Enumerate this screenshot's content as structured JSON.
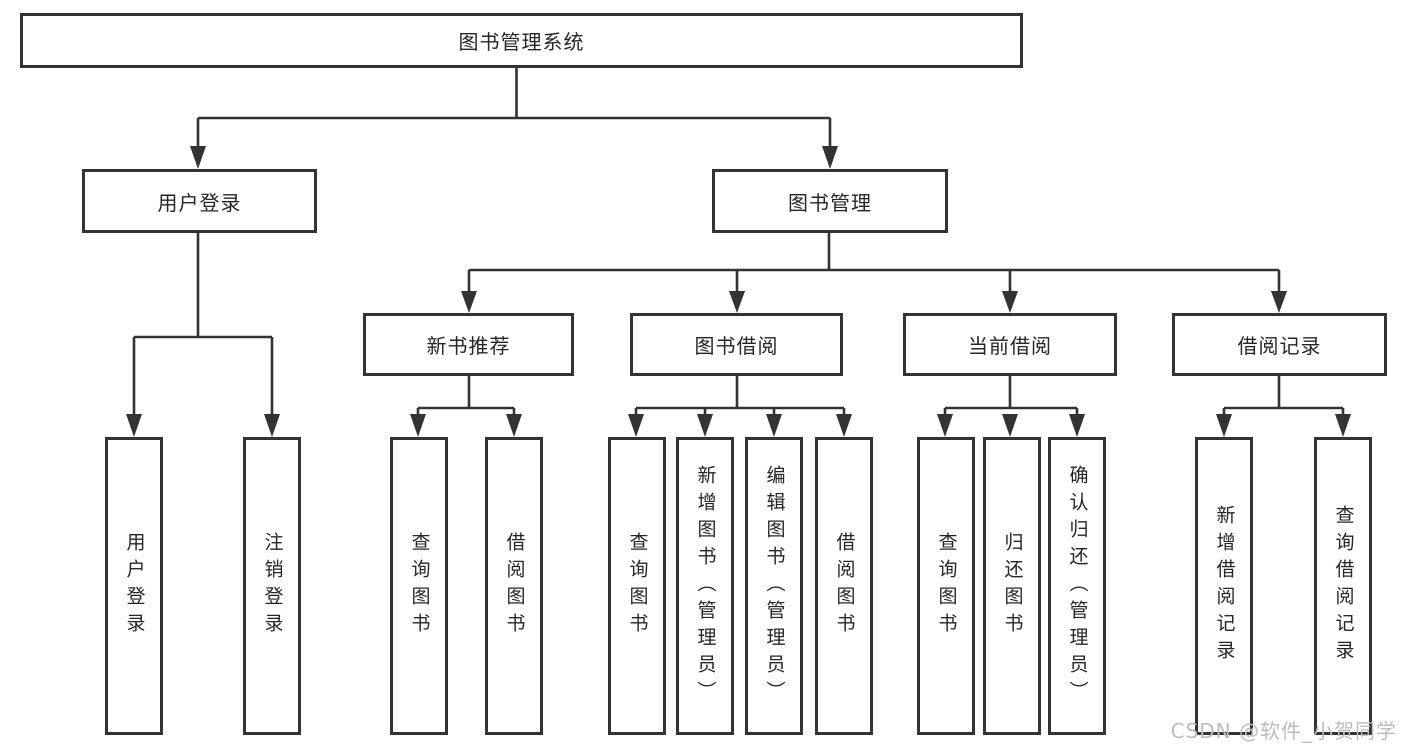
{
  "colors": {
    "line": "#333333",
    "box_border": "#333333",
    "text": "#262626",
    "watermark": "#bcbcbc",
    "background": "#ffffff"
  },
  "tree": {
    "root": {
      "label": "图书管理系统"
    },
    "branches": [
      {
        "label": "用户登录",
        "children": [
          {
            "label": "用户登录"
          },
          {
            "label": "注销登录"
          }
        ]
      },
      {
        "label": "图书管理",
        "children": [
          {
            "label": "新书推荐",
            "children": [
              {
                "label": "查询图书"
              },
              {
                "label": "借阅图书"
              }
            ]
          },
          {
            "label": "图书借阅",
            "children": [
              {
                "label": "查询图书"
              },
              {
                "label": "新增图书（管理员）"
              },
              {
                "label": "编辑图书（管理员）"
              },
              {
                "label": "借阅图书"
              }
            ]
          },
          {
            "label": "当前借阅",
            "children": [
              {
                "label": "查询图书"
              },
              {
                "label": "归还图书"
              },
              {
                "label": "确认归还（管理员）"
              }
            ]
          },
          {
            "label": "借阅记录",
            "children": [
              {
                "label": "新增借阅记录"
              },
              {
                "label": "查询借阅记录"
              }
            ]
          }
        ]
      }
    ]
  },
  "watermark": {
    "text": "CSDN @软件_小贺同学"
  }
}
